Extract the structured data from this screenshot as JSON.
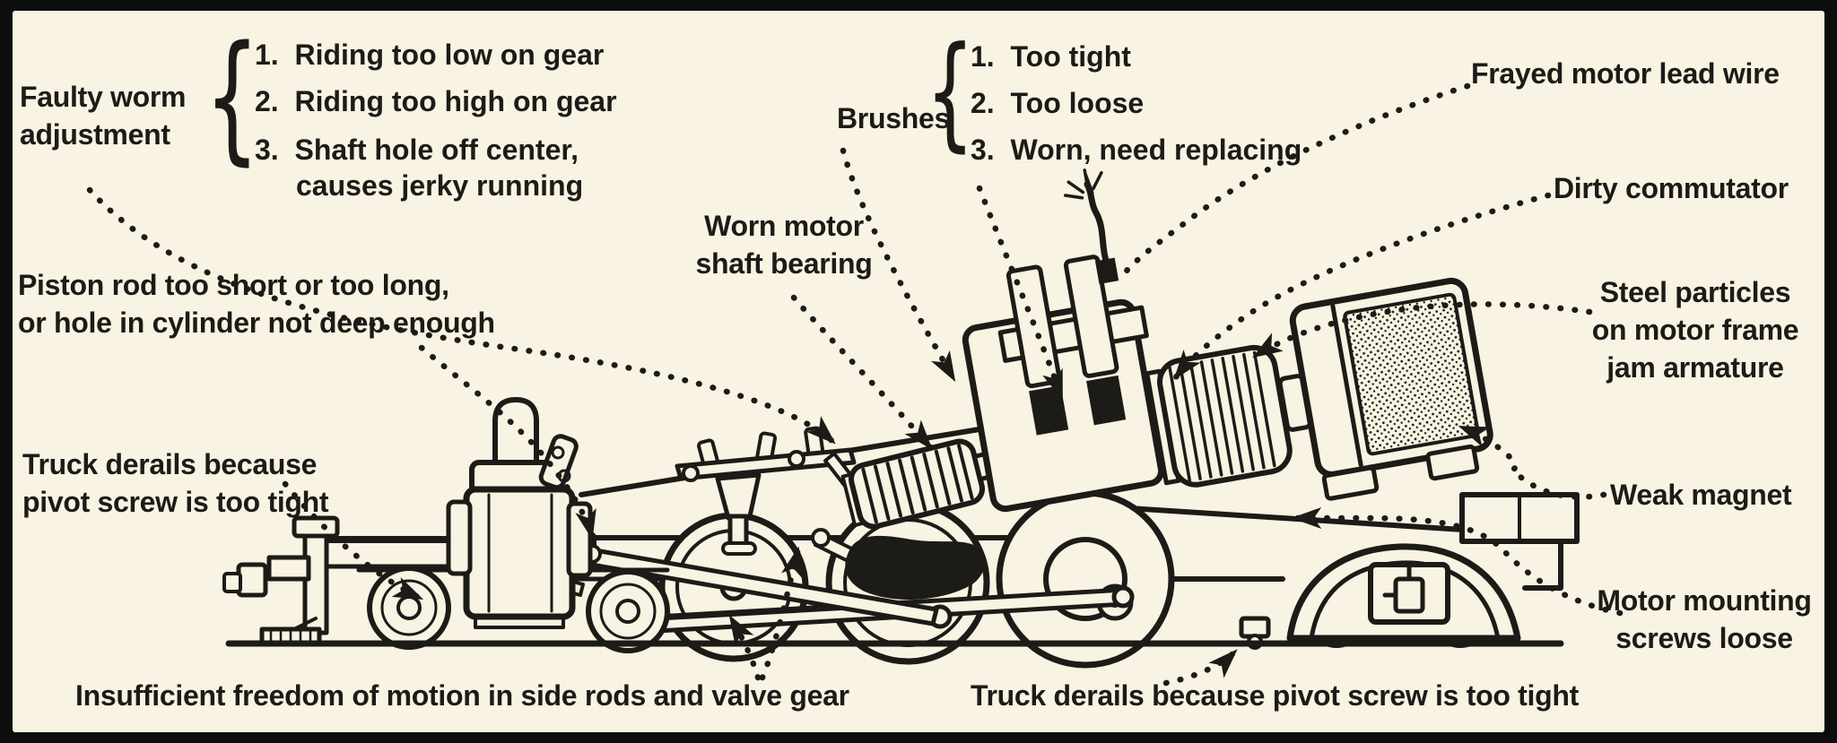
{
  "colors": {
    "background": "#f8f3e2",
    "ink": "#1d1b18",
    "frame": "#0d0d0d"
  },
  "glyphs": {
    "left_brace": "{"
  },
  "labels": {
    "faulty_worm": {
      "lines": [
        "Faulty worm",
        "adjustment"
      ],
      "items": [
        "1.  Riding too low on gear",
        "2.  Riding too high on gear",
        "3.  Shaft hole off center,",
        "causes jerky running"
      ]
    },
    "piston_rod": {
      "lines": [
        "Piston rod too short or too long,",
        "or hole in cylinder not deep enough"
      ]
    },
    "truck_derails_left": {
      "lines": [
        "Truck derails because",
        "pivot screw is too tight"
      ]
    },
    "worn_bearing": {
      "lines": [
        "Worn motor",
        "shaft bearing"
      ]
    },
    "brushes": {
      "label": "Brushes",
      "items": [
        "1.  Too tight",
        "2.  Too loose",
        "3.  Worn, need replacing"
      ]
    },
    "frayed_wire": {
      "text": "Frayed motor lead wire"
    },
    "dirty_commutator": {
      "text": "Dirty commutator"
    },
    "steel_particles": {
      "lines": [
        "Steel particles",
        "on motor frame",
        "jam armature"
      ]
    },
    "weak_magnet": {
      "text": "Weak magnet"
    },
    "motor_mounting": {
      "lines": [
        "Motor mounting",
        "screws loose"
      ]
    },
    "insufficient_freedom": {
      "text": "Insufficient freedom of motion in side rods and valve gear"
    },
    "truck_derails_bottom": {
      "text": "Truck derails because pivot screw is too tight"
    }
  }
}
